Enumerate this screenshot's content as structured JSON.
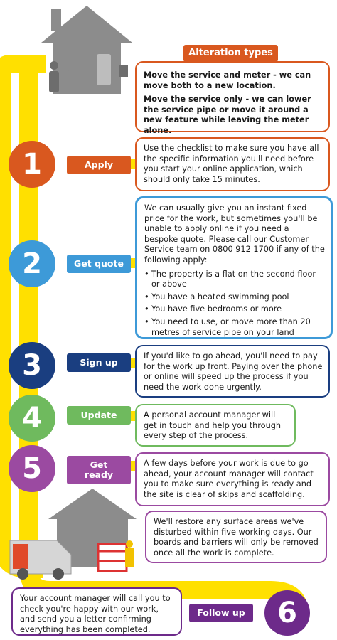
{
  "alteration": {
    "title": "Alteration types",
    "items": [
      "Move the service and meter - we can move both to a new location.",
      "Move the service only - we can lower the service pipe or move it around a new feature while leaving the meter alone."
    ]
  },
  "steps": [
    {
      "number": "1",
      "label": "Apply",
      "text": "Use the checklist to make sure you have all the specific information you'll need before you start your online application, which should only take 15 minutes."
    },
    {
      "number": "2",
      "label": "Get quote",
      "text": "We can usually give you an instant fixed price for the work, but sometimes you'll be unable to apply online if you need a bespoke quote. Please call our Customer Service team on 0800 912 1700 if any of the following apply:",
      "bullets": [
        "The property is a flat on the second floor or above",
        "You have a heated swimming pool",
        "You have five bedrooms or more",
        "You need to use, or move more than 20 metres of service pipe on your land"
      ]
    },
    {
      "number": "3",
      "label": "Sign up",
      "text": "If you'd like to go ahead, you'll need to pay for the work up front. Paying over the phone or online will speed up the process if you need the work done urgently."
    },
    {
      "number": "4",
      "label": "Update",
      "text": "A personal account manager will get in touch and help you through every step of the process."
    },
    {
      "number": "5",
      "label": "Get ready",
      "text": "A few days before your work is due to go ahead, your account manager will contact you to make sure everything is ready and the site is clear of skips and scaffolding."
    },
    {
      "number": "6",
      "label": "Follow up",
      "text": "Your account manager will call you to check you're happy with our work, and send you a letter confirming everything has been completed."
    }
  ],
  "restore_note": "We'll restore any surface areas we've disturbed within five working days. Our boards and barriers will only be removed once all the work is complete.",
  "colors": {
    "pipe": "#ffe000",
    "step1": "#d9581f",
    "step2": "#3d9ad8",
    "step3": "#1a3e80",
    "step4": "#6fba5e",
    "step5": "#9b4aa1",
    "step6": "#6d2a8a",
    "house": "#8c8c8c"
  }
}
